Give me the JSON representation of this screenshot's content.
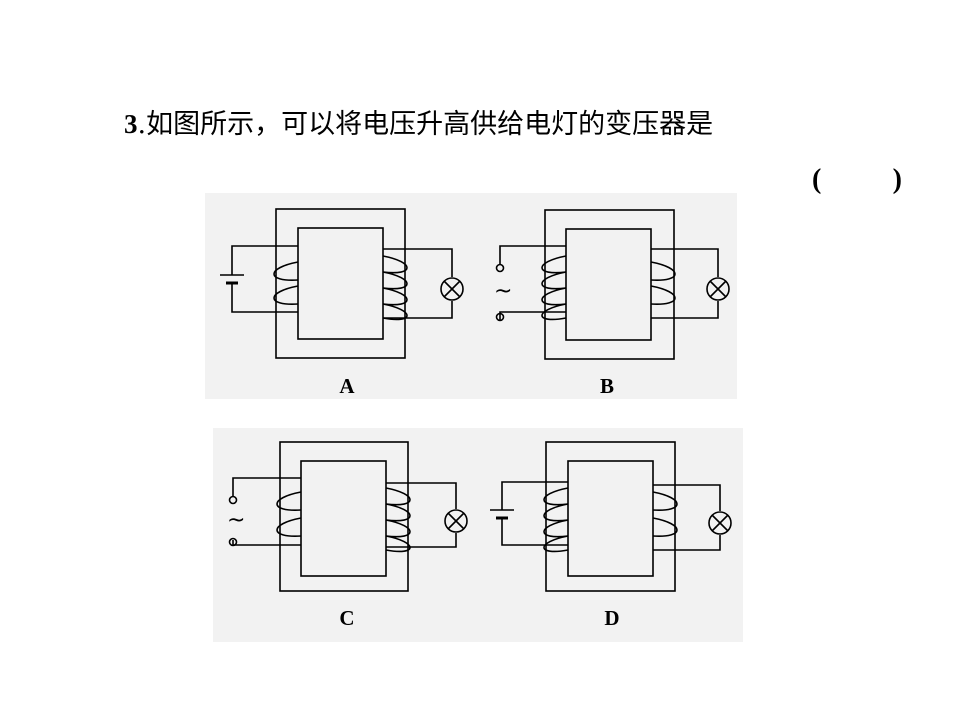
{
  "question": {
    "number": "3",
    "separator": ".",
    "text": "如图所示，可以将电压升高供给电灯的变压器是",
    "open_paren": "(",
    "close_paren": ")"
  },
  "options": [
    {
      "label": "A",
      "source": "battery",
      "primary_turns": 2,
      "secondary_turns": 4
    },
    {
      "label": "B",
      "source": "ac",
      "primary_turns": 4,
      "secondary_turns": 2
    },
    {
      "label": "C",
      "source": "ac",
      "primary_turns": 2,
      "secondary_turns": 4
    },
    {
      "label": "D",
      "source": "battery",
      "primary_turns": 4,
      "secondary_turns": 2
    }
  ],
  "ac_symbol": "~"
}
